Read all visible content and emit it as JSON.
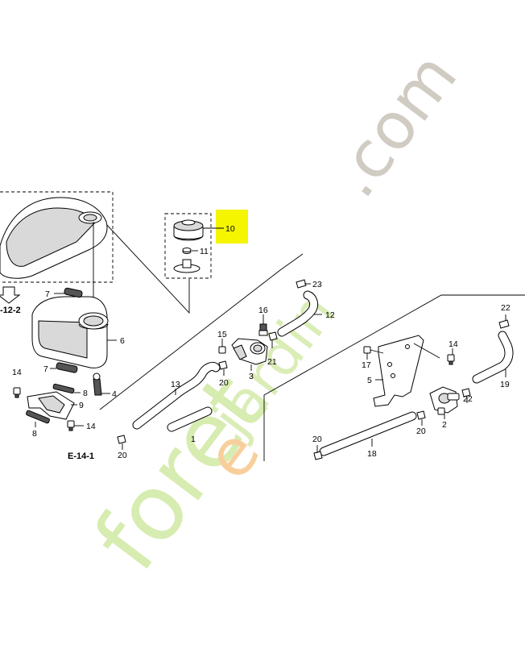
{
  "highlight_color": "#f5f500",
  "watermark": {
    "prefix": "foret",
    "jardin": "jardin",
    "suffix": ".com",
    "prefix_color": "#d7ecb0",
    "accent_color": "#f8cf9c",
    "suffix_color": "#d0cbc3"
  },
  "labels": {
    "p1": "1",
    "p2": "2",
    "p3": "3",
    "p4": "4",
    "p5": "5",
    "p6": "6",
    "p7a": "7",
    "p7b": "7",
    "p8a": "8",
    "p8b": "8",
    "p9": "9",
    "p10": "10",
    "p11": "11",
    "p12": "12",
    "p13": "13",
    "p14a": "14",
    "p14b": "14",
    "p14c": "14",
    "p15": "15",
    "p16": "16",
    "p17": "17",
    "p18": "18",
    "p19": "19",
    "p20a": "20",
    "p20b": "20",
    "p20c": "20",
    "p20d": "20",
    "p21": "21",
    "p22a": "22",
    "p22b": "22",
    "p23": "23"
  },
  "references": {
    "e12": "-12-2",
    "e14": "E-14-1"
  }
}
